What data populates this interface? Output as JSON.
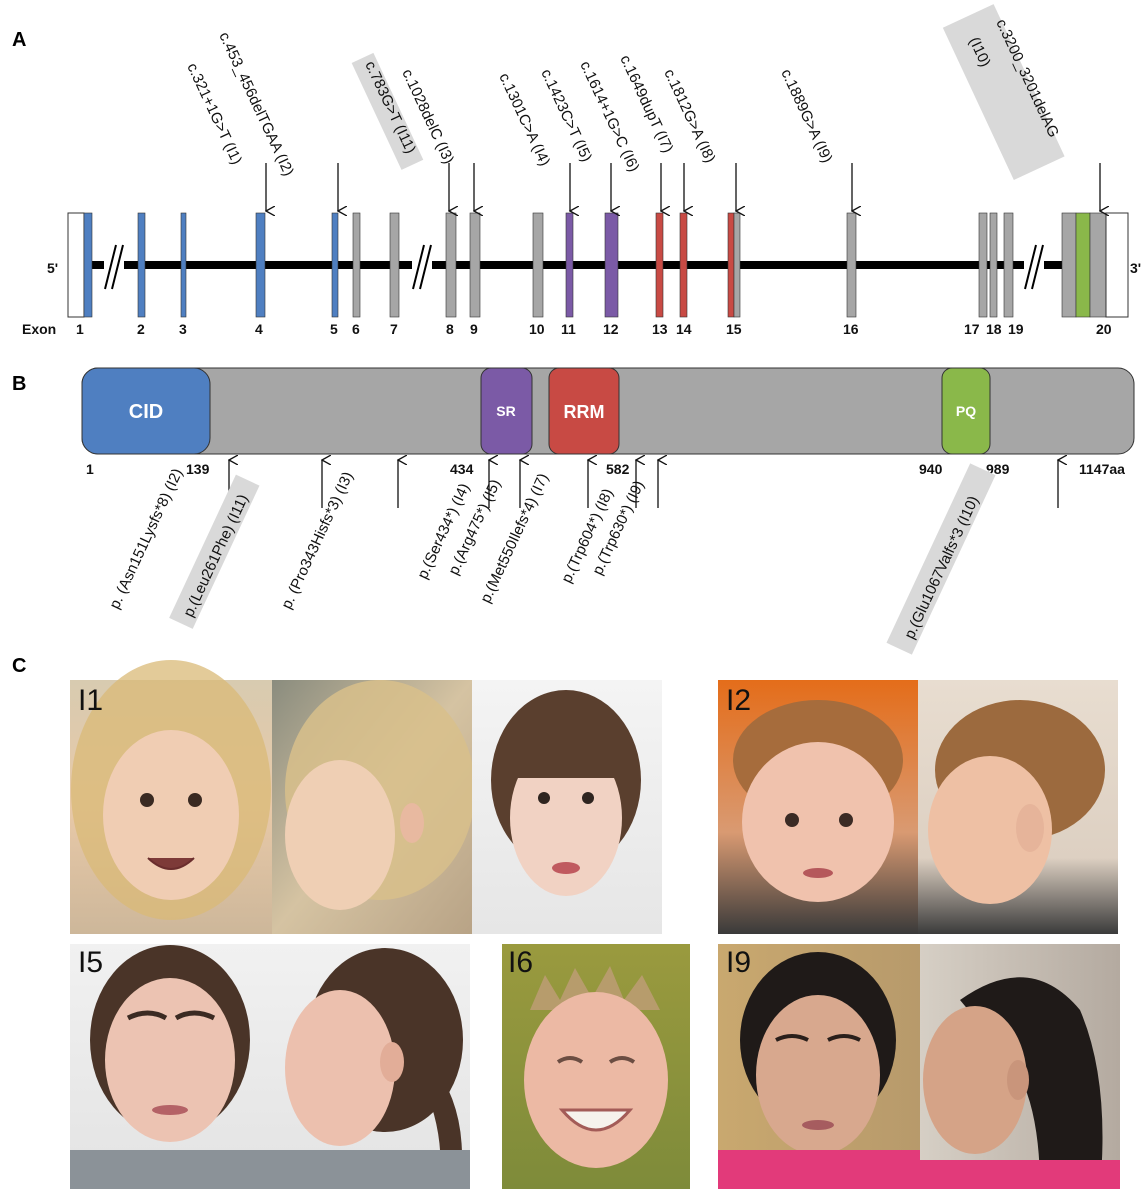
{
  "panels": {
    "a": "A",
    "b": "B",
    "c": "C"
  },
  "gene": {
    "label_5prime": "5'",
    "label_3prime": "3'",
    "exon_label": "Exon",
    "exon_numbers": [
      "1",
      "2",
      "3",
      "4",
      "5",
      "6",
      "7",
      "8",
      "9",
      "10",
      "11",
      "12",
      "13",
      "14",
      "15",
      "16",
      "17",
      "18",
      "19",
      "20"
    ],
    "variants": [
      {
        "text": "c.321+1G>T (I1)",
        "highlight": false
      },
      {
        "text": "c.453_456delTGAA (I2)",
        "highlight": false
      },
      {
        "text": "c.783G>T (I11)",
        "highlight": true
      },
      {
        "text": "c.1028delC (I3)",
        "highlight": false
      },
      {
        "text": "c.1301C>A (I4)",
        "highlight": false
      },
      {
        "text": "c.1423C>T (I5)",
        "highlight": false
      },
      {
        "text": "c.1614+1G>C (I6)",
        "highlight": false
      },
      {
        "text": "c.1649dupT (I7)",
        "highlight": false
      },
      {
        "text": "c.1812G>A (I8)",
        "highlight": false
      },
      {
        "text": "c.1889G>A (I9)",
        "highlight": false
      },
      {
        "text": "c.3200_3201delAG",
        "highlight": true
      },
      {
        "text": "(I10)",
        "highlight": true
      }
    ],
    "colors": {
      "cid": "#4f7fc1",
      "sr": "#7b5aa6",
      "rrm": "#c84a44",
      "pq": "#8ab84a",
      "gray": "#a6a6a6",
      "highlight_box": "#d9d9d9"
    }
  },
  "protein": {
    "domains": [
      {
        "name": "CID"
      },
      {
        "name": "SR"
      },
      {
        "name": "RRM"
      },
      {
        "name": "PQ"
      }
    ],
    "positions": [
      "1",
      "139",
      "434",
      "582",
      "940",
      "989",
      "1147aa"
    ],
    "variants": [
      {
        "text": "p. (Asn151Lysfs*8) (I2)",
        "highlight": false
      },
      {
        "text": "p.(Leu261Phe) (I11)",
        "highlight": true
      },
      {
        "text": "p. (Pro343Hisfs*3) (I3)",
        "highlight": false
      },
      {
        "text": "p.(Ser434*) (I4)",
        "highlight": false
      },
      {
        "text": "p.(Arg475*) (I5)",
        "highlight": false
      },
      {
        "text": "p.(Met550Ilefs*4) (I7)",
        "highlight": false
      },
      {
        "text": "p.(Trp604*) (I8)",
        "highlight": false
      },
      {
        "text": "p.(Trp630*) (I9)",
        "highlight": false
      },
      {
        "text": "p.(Glu1067Valfs*3 (I10)",
        "highlight": true
      }
    ]
  },
  "photos": {
    "labels": [
      "I1",
      "I2",
      "I5",
      "I6",
      "I9"
    ]
  }
}
